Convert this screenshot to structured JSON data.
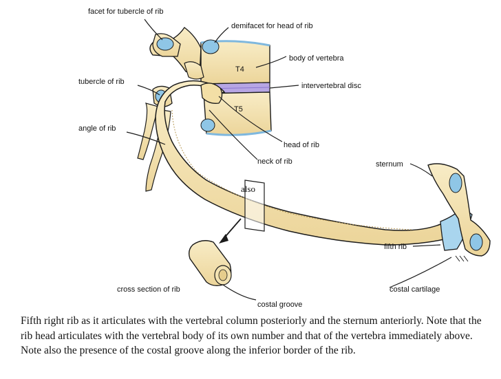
{
  "labels": {
    "facet_tubercle": "facet for tubercle of rib",
    "demifacet_head": "demifacet for head of rib",
    "body_vertebra": "body of vertebra",
    "intervertebral_disc": "intervertebral disc",
    "tubercle_of_rib": "tubercle of rib",
    "angle_of_rib": "angle of rib",
    "head_of_rib": "head of rib",
    "neck_of_rib": "neck of rib",
    "sternum": "sternum",
    "fifth_rib": "fifth rib",
    "costal_cartilage": "costal cartilage",
    "cross_section": "cross section of rib",
    "costal_groove": "costal groove",
    "t4": "T4",
    "t5": "T5",
    "also": "also"
  },
  "caption": "Fifth right rib as it articulates with the vertebral column posteriorly and the sternum anteriorly. Note that the rib head articulates with the vertebral body of its own number and that of the vertebra immediately above. Note also the presence of the costal groove along the inferior border of the rib.",
  "colors": {
    "bone": "#f6e6b8",
    "bone_shade": "#e9d08f",
    "facet": "#8fc6e6",
    "disc": "#b7a6e4",
    "cartilage": "#a9d5ee",
    "outline": "#1b1b1b"
  }
}
